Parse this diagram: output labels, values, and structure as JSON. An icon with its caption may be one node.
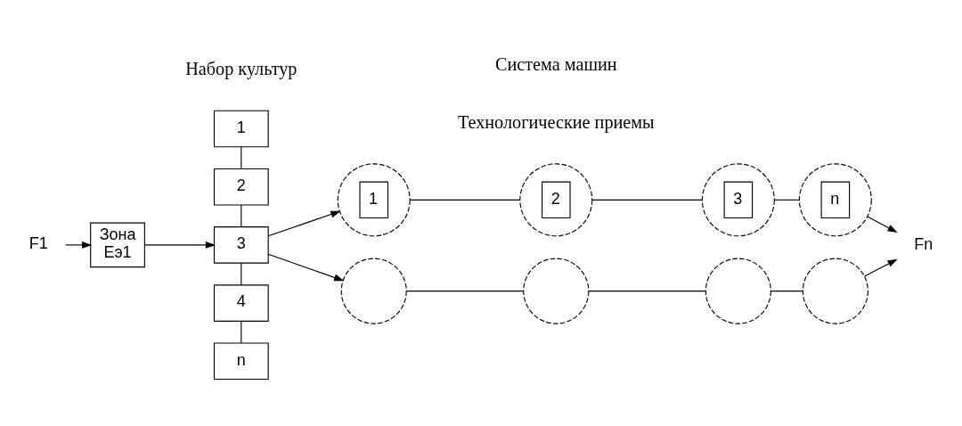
{
  "diagram": {
    "nodes": [
      {
        "text": [
          "F1"
        ]
      },
      {
        "text": [
          "Зона",
          "Eэ1"
        ]
      },
      {
        "text": [
          "1"
        ]
      },
      {
        "text": [
          "2"
        ]
      },
      {
        "text": [
          "3"
        ]
      },
      {
        "text": [
          "4"
        ]
      },
      {
        "text": [
          "n"
        ]
      },
      {
        "text": [
          "1"
        ]
      },
      {
        "text": [
          "2"
        ]
      },
      {
        "text": [
          "3"
        ]
      },
      {
        "text": [
          "n"
        ]
      },
      {
        "text": [],
        "shape": "circle"
      },
      {
        "text": [],
        "shape": "circle"
      },
      {
        "text": [],
        "shape": "circle"
      },
      {
        "text": [],
        "shape": "circle"
      },
      {
        "text": [
          "Fn"
        ]
      }
    ],
    "edges": [
      {
        "from": 0,
        "to": 1,
        "arrow": "to"
      },
      {
        "from": 1,
        "to": 4,
        "arrow": "to"
      },
      {
        "from": 2,
        "to": 3,
        "arrow": "none"
      },
      {
        "from": 3,
        "to": 4,
        "arrow": "none"
      },
      {
        "from": 4,
        "to": 5,
        "arrow": "none"
      },
      {
        "from": 5,
        "to": 6,
        "arrow": "none"
      },
      {
        "from": 4,
        "to": 7,
        "arrow": "to"
      },
      {
        "from": 4,
        "to": 11,
        "arrow": "to"
      },
      {
        "from": 7,
        "to": 8,
        "arrow": "none"
      },
      {
        "from": 8,
        "to": 9,
        "arrow": "none"
      },
      {
        "from": 9,
        "to": 10,
        "arrow": "none"
      },
      {
        "from": 11,
        "to": 12,
        "arrow": "none"
      },
      {
        "from": 12,
        "to": 13,
        "arrow": "none"
      },
      {
        "from": 13,
        "to": 14,
        "arrow": "none"
      },
      {
        "from": 10,
        "to": 15,
        "arrow": "to"
      },
      {
        "from": 14,
        "to": 15,
        "arrow": "to"
      }
    ],
    "labels": [
      "Технологические приемы",
      "Набор культур",
      "Система машин"
    ]
  }
}
